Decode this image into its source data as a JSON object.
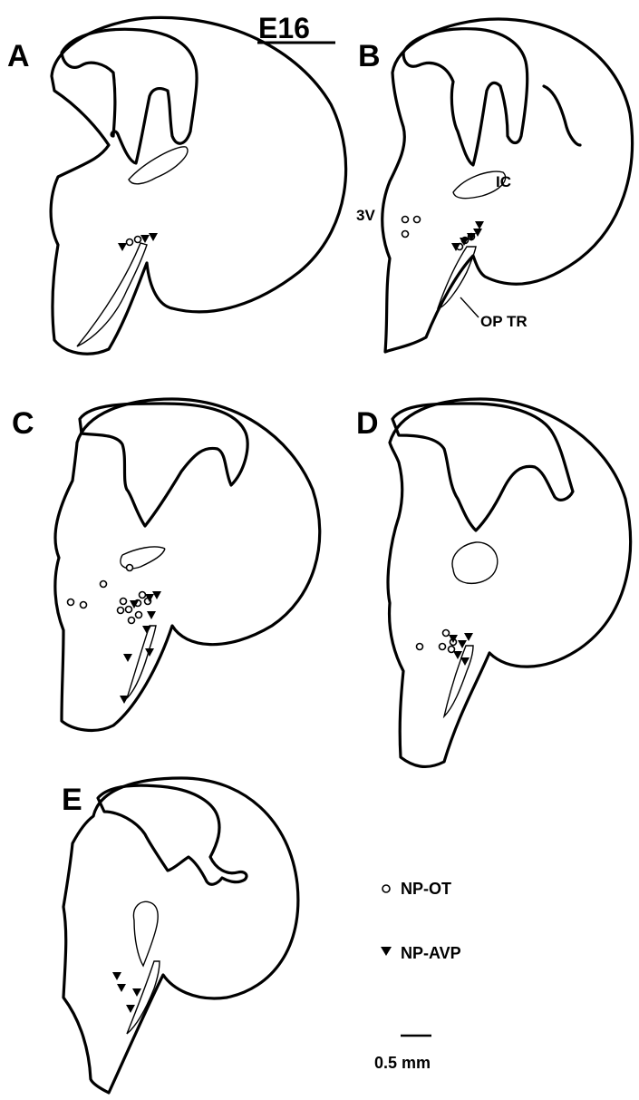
{
  "title": "E16",
  "panels": [
    {
      "letter": "A"
    },
    {
      "letter": "B",
      "labels": {
        "ic": "IC",
        "third_ventricle": "3V",
        "optic_tract": "OP TR"
      }
    },
    {
      "letter": "C"
    },
    {
      "letter": "D"
    },
    {
      "letter": "E"
    }
  ],
  "legend": {
    "np_ot": {
      "label": "NP-OT",
      "symbol": "open-circle"
    },
    "np_avp": {
      "label": "NP-AVP",
      "symbol": "filled-triangle"
    }
  },
  "scale_bar": {
    "label": "0.5 mm"
  },
  "colors": {
    "ink": "#000000",
    "background": "#ffffff"
  }
}
